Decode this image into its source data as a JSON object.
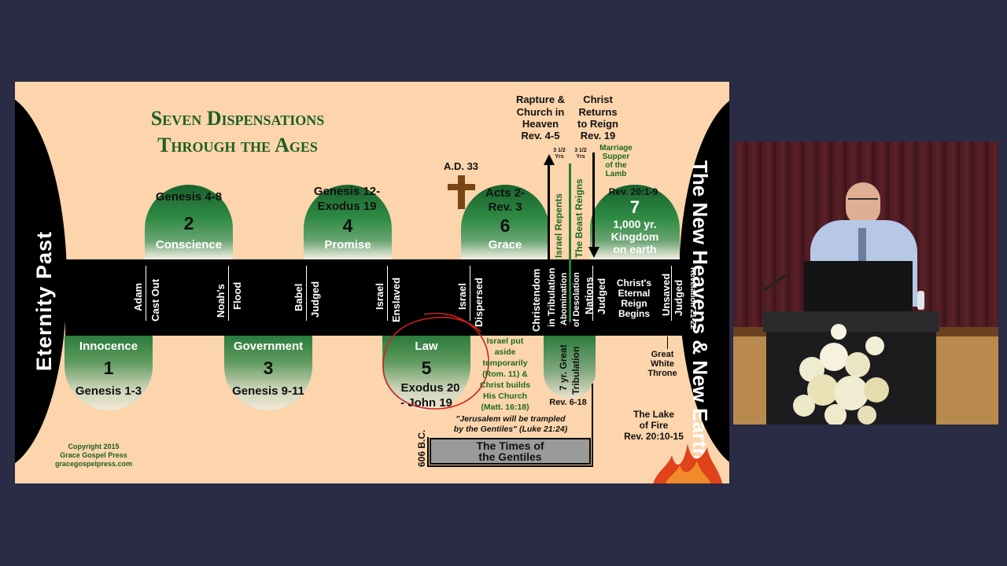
{
  "slide": {
    "title_line1": "Seven Dispensations",
    "title_line2": "Through the Ages",
    "eternity_past": "Eternity Past",
    "new_heavens": "The New Heavens & New Earth",
    "new_heavens_ref": "Revelation 21-22",
    "copyright": [
      "Copyright 2015",
      "Grace Gospel Press",
      "gracegospelpress.com"
    ]
  },
  "dispensations": [
    {
      "number": "1",
      "name": "Innocence",
      "ref": "Genesis 1-3"
    },
    {
      "number": "2",
      "name": "Conscience",
      "ref": "Genesis 4-8"
    },
    {
      "number": "3",
      "name": "Government",
      "ref": "Genesis 9-11"
    },
    {
      "number": "4",
      "name": "Promise",
      "ref_line1": "Genesis 12-",
      "ref_line2": "Exodus 19"
    },
    {
      "number": "5",
      "name": "Law",
      "ref_line1": "Exodus 20",
      "ref_line2": "- John 19"
    },
    {
      "number": "6",
      "name": "Grace",
      "ref_line1": "Acts 2-",
      "ref_line2": "Rev. 3"
    },
    {
      "number": "7",
      "name_line1": "1,000 yr.",
      "name_line2": "Kingdom",
      "name_line3": "on earth",
      "ref": "Rev. 20:1-9"
    }
  ],
  "band_events": [
    {
      "line1": "Adam",
      "line2": "Cast Out"
    },
    {
      "line1": "Noah's",
      "line2": "Flood"
    },
    {
      "line1": "Babel",
      "line2": "Judged"
    },
    {
      "line1": "Israel",
      "line2": "Enslaved"
    },
    {
      "line1": "Israel",
      "line2": "Dispersed"
    },
    {
      "line1": "Christendom",
      "line2": "in Tribulation"
    },
    {
      "line1": "Abomination",
      "line2": "of Desolation"
    },
    {
      "line1": "Nations",
      "line2": "Judged"
    },
    {
      "line1": "Unsaved",
      "line2": "Judged"
    }
  ],
  "eternal_reign": [
    "Christ's",
    "Eternal",
    "Reign",
    "Begins"
  ],
  "ad33": "A.D. 33",
  "rapture": [
    "Rapture &",
    "Church in",
    "Heaven",
    "Rev. 4-5"
  ],
  "christ_returns": [
    "Christ",
    "Returns",
    "to Reign",
    "Rev. 19"
  ],
  "three_half_years_1": "3 1/2 Yrs",
  "three_half_years_2": "3 1/2 Yrs",
  "marriage_supper": [
    "Marriage",
    "Supper",
    "of the",
    "Lamb"
  ],
  "israel_repents": "Israel Repents",
  "beast_reigns": "The Beast Reigns",
  "tribulation": [
    "7 yr. Great",
    "Tribulation"
  ],
  "tribulation_ref": "Rev. 6-18",
  "israel_aside": [
    "Israel put",
    "aside",
    "temporarily",
    "(Rom. 11) &",
    "Christ builds",
    "His Church",
    "(Matt. 16:18)"
  ],
  "great_white_throne": [
    "Great",
    "White",
    "Throne"
  ],
  "lake_of_fire": [
    "The Lake",
    "of Fire",
    "Rev. 20:10-15"
  ],
  "jerusalem_quote": [
    "\"Jerusalem will be trampled",
    "by the Gentiles\" (Luke 21:24)"
  ],
  "bc606": "606 B.C.",
  "times_gentiles": [
    "The Times of",
    "the Gentiles"
  ],
  "colors": {
    "background": "#2a2b44",
    "slide": "#fcd5ac",
    "title_green": "#1c5e23",
    "band": "#000000",
    "dome_green": "#2f8b44",
    "annotation_red": "#d42020"
  }
}
